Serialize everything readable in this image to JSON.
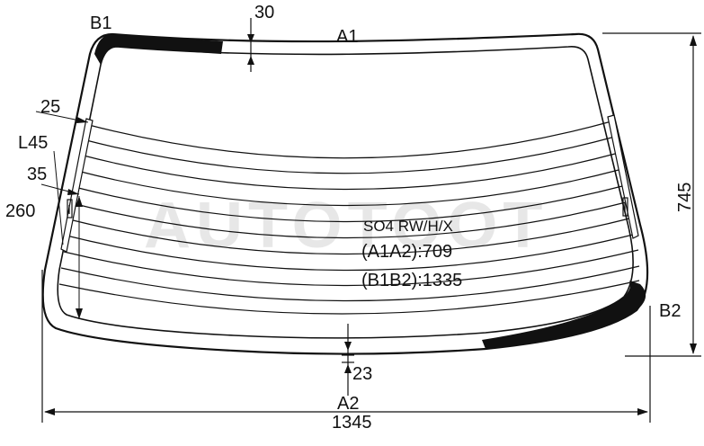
{
  "watermark": "AUTOTOOT",
  "model_code": "SO4 RW/H/X",
  "dim_a1a2": "(A1A2):709",
  "dim_b1b2": "(B1B2):1335",
  "labels": {
    "b1": "B1",
    "b2": "B2",
    "a1": "A1",
    "a2": "A2",
    "dim_30": "30",
    "dim_23": "23",
    "dim_25": "25",
    "dim_l45": "L45",
    "dim_35": "35",
    "dim_260": "260",
    "dim_745": "745",
    "dim_1345": "1345"
  },
  "colors": {
    "line": "#111111",
    "frit": "#111111",
    "watermark": "#e7e7e7"
  }
}
